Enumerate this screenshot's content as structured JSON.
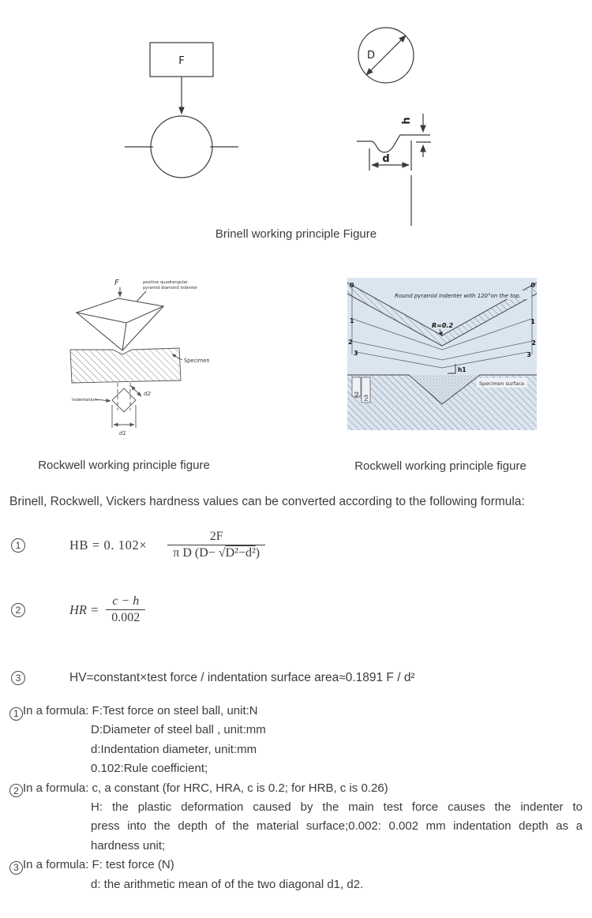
{
  "colors": {
    "figure_bg": "#dbe5ef",
    "line": "#3a3a3a",
    "text": "#3c3c3c"
  },
  "figure_brinell": {
    "caption": "Brinell working principle Figure",
    "force_label": "F",
    "diameter_label": "D",
    "depth_label": "h",
    "indent_label": "d"
  },
  "figure_rockwell_left": {
    "caption": "Rockwell working principle figure",
    "force_label": "F",
    "indenter_note_1": "positive quadrangular",
    "indenter_note_2": "pyramid diamond indenter",
    "specimen_label": "Specimen",
    "indentation_label": "Indentation",
    "d1_label": "d1",
    "d2_label": "d2"
  },
  "figure_rockwell_right": {
    "caption": "Rockwell working principle figure",
    "indenter_note": "Round pyramid indenter with 120°on the top.",
    "radius_label": "R=0.2",
    "h1_label": "h1",
    "h2_label": "h2",
    "h3_label": "h3",
    "surface_label": "Specimen surface",
    "scale_labels": [
      "0",
      "1",
      "2",
      "3"
    ]
  },
  "intro_text": "Brinell, Rockwell, Vickers hardness values can be converted according to the following formula:",
  "formula1": {
    "index": "1",
    "lhs": "HB = 0. 102×",
    "numerator": "2F",
    "den_prefix": "π D (D− ",
    "den_sqrt": "√",
    "den_root": "D²−d²",
    "den_suffix": ")"
  },
  "formula2": {
    "index": "2",
    "lhs": "HR =",
    "numerator": "c − h",
    "denominator": "0.002"
  },
  "formula3": {
    "index": "3",
    "text": "HV=constant×test force / indentation surface area≈0.1891 F / d²"
  },
  "notes": [
    {
      "index": "1",
      "label": "In a formula:",
      "first_line": "F:Test force on steel ball, unit:N",
      "lines": [
        "D:Diameter of steel ball , unit:mm",
        "d:Indentation diameter, unit:mm",
        "0.102:Rule coefficient;"
      ]
    },
    {
      "index": "2",
      "label": "In a formula:",
      "first_line": "c, a constant (for HRC, HRA, c is 0.2; for HRB, c is 0.26)",
      "lines": [
        "H: the plastic deformation caused by the main test force causes the indenter to",
        "press into the depth of the material surface;0.002: 0.002 mm indentation depth as a",
        "hardness unit;"
      ]
    },
    {
      "index": "3",
      "label": "In a formula:",
      "first_line": "F: test force (N)",
      "lines": [
        "d: the arithmetic mean of of the two diagonal d1, d2."
      ]
    }
  ]
}
